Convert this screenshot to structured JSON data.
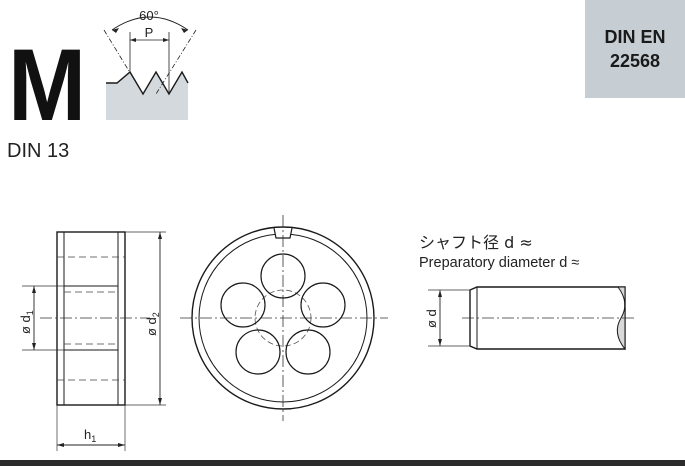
{
  "standard_badge": {
    "line1": "DIN EN",
    "line2": "22568"
  },
  "thread_type": {
    "letter": "M",
    "standard": "DIN 13"
  },
  "thread_profile": {
    "angle": "60°",
    "pitch": "P"
  },
  "shaft_labels": {
    "japanese": "シャフト径 d ≈",
    "english": "Preparatory diameter d ≈"
  },
  "dimensions": {
    "inner_diameter": {
      "prefix": "ø d",
      "sub": "1"
    },
    "outer_diameter": {
      "prefix": "ø d",
      "sub": "2"
    },
    "height": {
      "prefix": "h",
      "sub": "1"
    },
    "shaft_diameter": "ø d"
  },
  "colors": {
    "badge_bg": "#c7ced3",
    "profile_fill": "#d3d9dd",
    "shaft_end": "#d8d8d8",
    "bottom_bar": "#2b2b2b"
  }
}
